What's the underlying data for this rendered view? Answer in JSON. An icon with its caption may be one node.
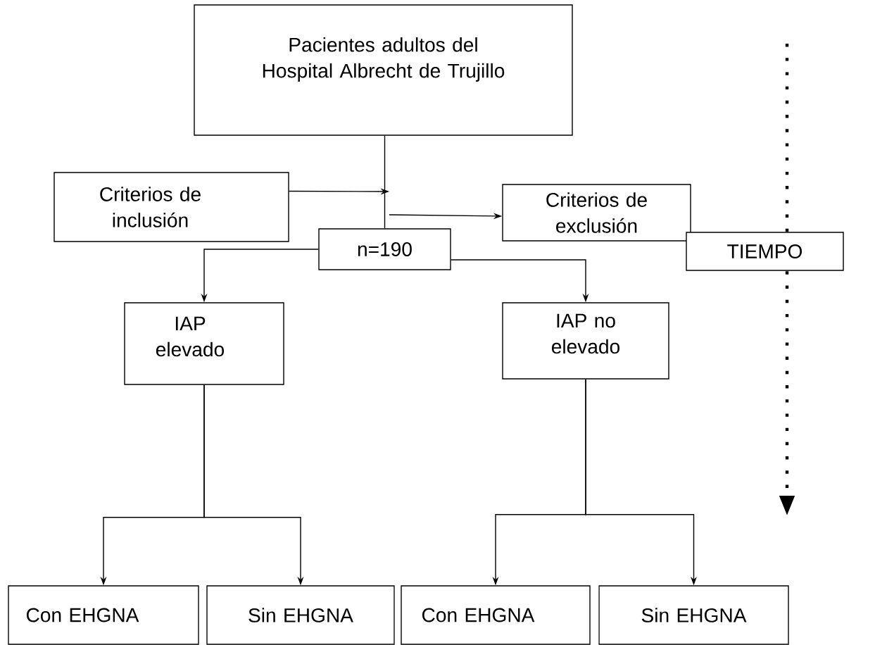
{
  "diagram": {
    "nodes": [
      {
        "text": [
          "Pacientes adultos del Hospital Albrecht de Trujillo"
        ]
      },
      {
        "text": [
          "Criterios de inclusión"
        ]
      },
      {
        "text": [
          "Criterios de exclusión"
        ]
      },
      {
        "text": [
          "n=190"
        ]
      },
      {
        "text": [
          "IAP elevado"
        ]
      },
      {
        "text": [
          "IAP no elevado"
        ]
      },
      {
        "text": [
          "Con EHGNA"
        ]
      },
      {
        "text": [
          "Sin EHGNA"
        ]
      },
      {
        "text": [
          "Con EHGNA"
        ]
      },
      {
        "text": [
          "Sin EHGNA"
        ]
      },
      {
        "text": [
          "TIEMPO"
        ]
      }
    ],
    "edges": [
      {
        "from": 0,
        "to": 3,
        "arrow": "none"
      },
      {
        "from": 1,
        "to": null,
        "arrow": "to"
      },
      {
        "from": null,
        "to": 2,
        "arrow": "to"
      },
      {
        "from": 3,
        "to": 4,
        "arrow": "to"
      },
      {
        "from": 3,
        "to": 5,
        "arrow": "to"
      },
      {
        "from": 4,
        "to": 6,
        "arrow": "to"
      },
      {
        "from": 4,
        "to": 7,
        "arrow": "to"
      },
      {
        "from": 5,
        "to": 8,
        "arrow": "to"
      },
      {
        "from": 5,
        "to": 9,
        "arrow": "to"
      }
    ]
  }
}
